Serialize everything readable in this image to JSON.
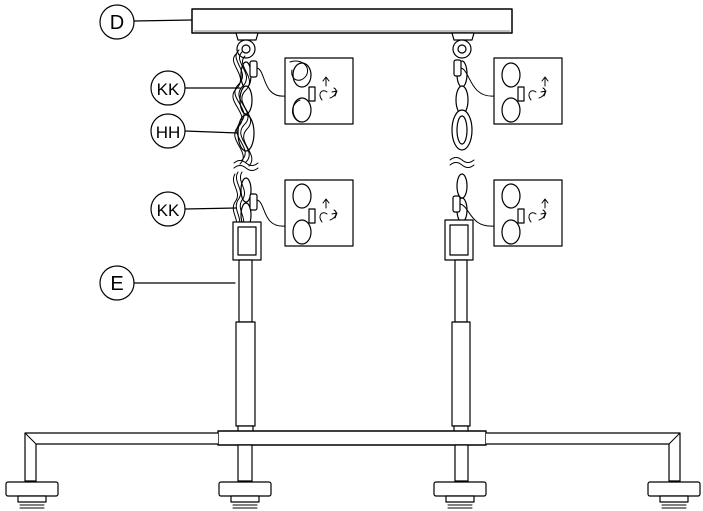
{
  "callouts": {
    "canopy": "D",
    "connector_top": "KK",
    "wire": "HH",
    "connector_bottom": "KK",
    "rod": "E"
  },
  "colors": {
    "line": "#000000",
    "fill": "#ffffff",
    "shade": "#f2f2f2"
  }
}
